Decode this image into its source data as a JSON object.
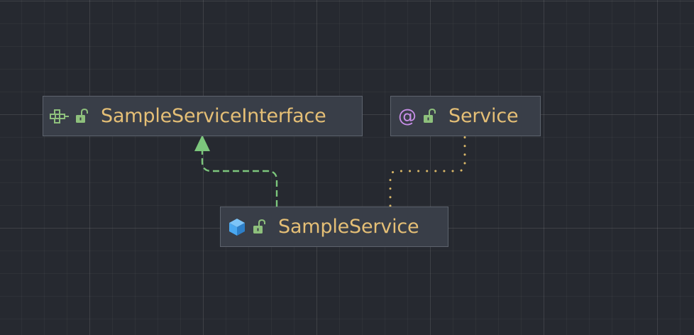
{
  "colors": {
    "label_text": "#e5bf76",
    "node_fill": "#393e48",
    "node_border": "#5d636d",
    "inheritance_edge": "#7cc67c",
    "annotation_edge": "#d9b768",
    "interface_icon": "#8ec07c",
    "annotation_icon": "#c88ee8",
    "class_icon": "#4aa8f0",
    "lock_icon": "#8ec07c"
  },
  "nodes": [
    {
      "id": "interface",
      "label": "SampleServiceInterface",
      "kind": "interface-icon",
      "visibility": "lock-open-icon"
    },
    {
      "id": "annotation",
      "label": "Service",
      "kind": "annotation-icon",
      "visibility": "lock-open-icon"
    },
    {
      "id": "class",
      "label": "SampleService",
      "kind": "class-icon",
      "visibility": "lock-open-icon"
    }
  ],
  "edges": [
    {
      "from": "SampleService",
      "to": "SampleServiceInterface",
      "style": "dashed",
      "arrow": "hollow-triangle"
    },
    {
      "from": "SampleService",
      "to": "Service",
      "style": "dotted",
      "arrow": "none"
    }
  ]
}
